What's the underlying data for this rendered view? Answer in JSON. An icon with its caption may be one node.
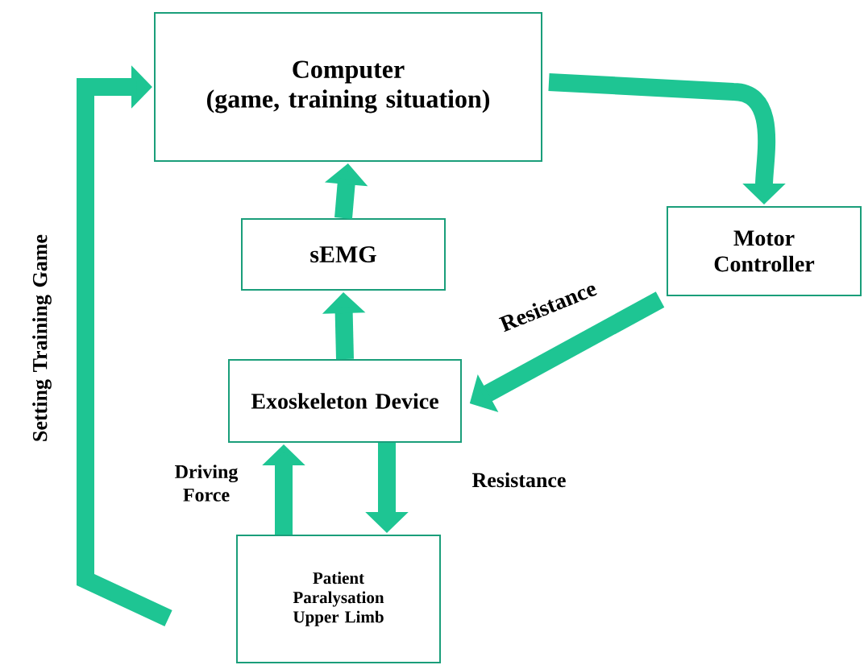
{
  "diagram": {
    "nodes": [
      {
        "text": [
          "Computer",
          "(game, training situation)"
        ]
      },
      {
        "text": [
          "Motor Controller"
        ]
      },
      {
        "text": [
          "sEMG"
        ]
      },
      {
        "text": [
          "Exoskeleton Device"
        ]
      },
      {
        "text": [
          "Patient Paralysation Upper Limb"
        ]
      }
    ],
    "edges": [
      {
        "from": 0,
        "to": 1,
        "arrow": "to"
      },
      {
        "from": 1,
        "to": 3,
        "arrow": "to",
        "label": "Resistance"
      },
      {
        "from": 3,
        "to": 2,
        "arrow": "to"
      },
      {
        "from": 2,
        "to": 0,
        "arrow": "to"
      },
      {
        "from": 4,
        "to": 3,
        "arrow": "to",
        "label": "Driving Force"
      },
      {
        "from": 3,
        "to": 4,
        "arrow": "to",
        "label": "Resistance"
      },
      {
        "from": 4,
        "to": 0,
        "arrow": "to",
        "label": "Setting Training Game"
      }
    ]
  }
}
